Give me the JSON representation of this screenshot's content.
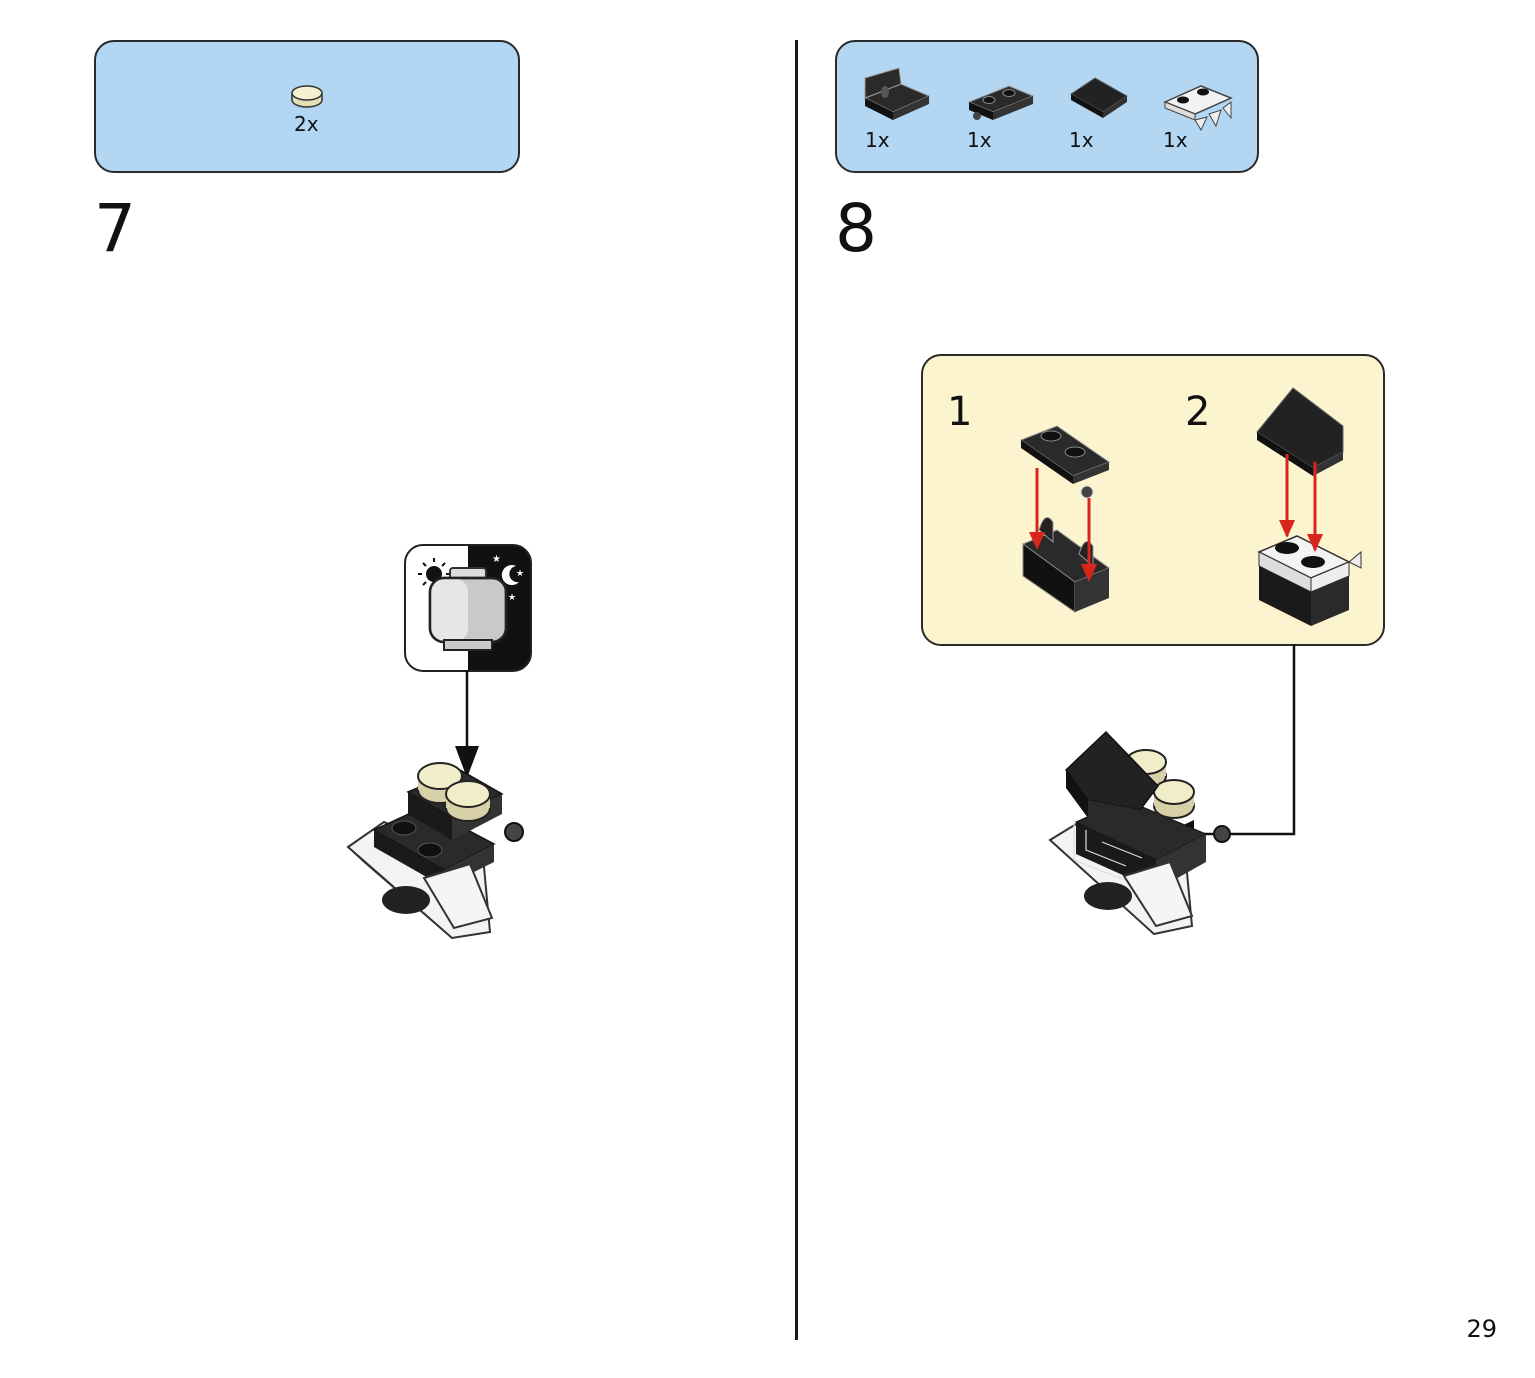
{
  "step7": {
    "number": "7",
    "parts": [
      {
        "qty": "2x",
        "icon": "round-tile-tan-icon"
      }
    ],
    "callout_icon": "glow-in-dark-icon"
  },
  "step8": {
    "number": "8",
    "parts": [
      {
        "qty": "1x",
        "icon": "bracket-black-icon"
      },
      {
        "qty": "1x",
        "icon": "plate-2x1-black-icon"
      },
      {
        "qty": "1x",
        "icon": "slope-black-icon"
      },
      {
        "qty": "1x",
        "icon": "plate-teeth-white-icon"
      }
    ],
    "substeps": [
      {
        "number": "1"
      },
      {
        "number": "2"
      }
    ]
  },
  "page": {
    "number": "29"
  },
  "colors": {
    "parts_box": "#b3d7f3",
    "sub_box": "#fcf3cf",
    "arrow_red": "#d9261c",
    "tan": "#f2edc9"
  }
}
